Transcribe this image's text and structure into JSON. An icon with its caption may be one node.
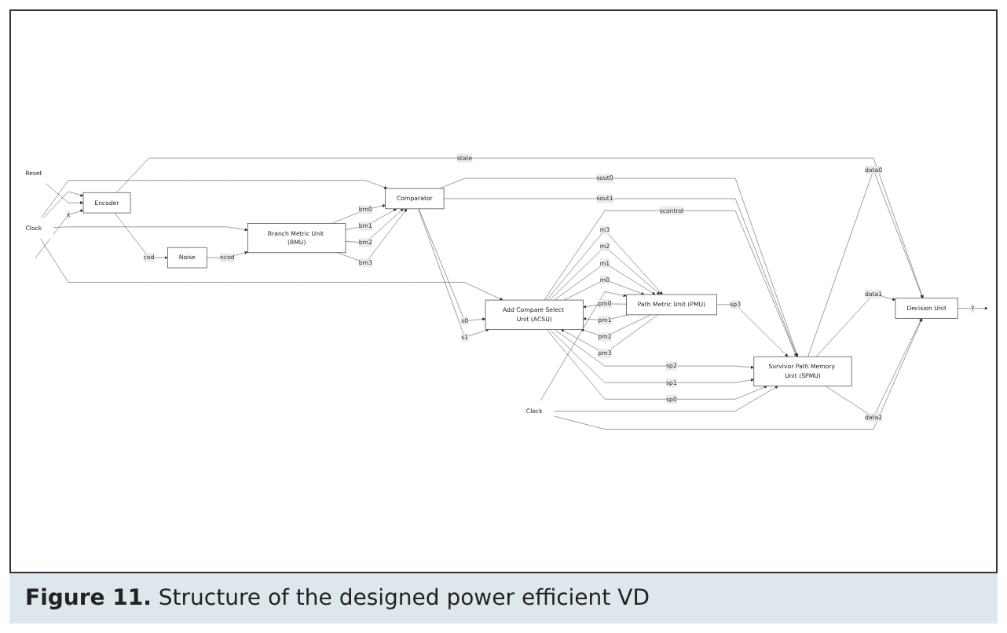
{
  "diagram": {
    "caption": "**Figure 11.** Structure of the designed power efficient VD",
    "nodes": [
      {
        "text": [
          "Clock"
        ]
      },
      {
        "text": [
          "Reset"
        ]
      },
      {
        "text": [
          "Encoder"
        ]
      },
      {
        "text": [
          "Noise"
        ]
      },
      {
        "text": [
          "Branch Metric Unit (BMU)"
        ]
      },
      {
        "text": [
          "Comparator"
        ]
      },
      {
        "text": [
          "Add Compare Select Unit (ACSU)"
        ]
      },
      {
        "text": [
          "Decision Unit"
        ]
      },
      {
        "text": [
          "Survivor Path Memory Unit (SPMU)"
        ]
      },
      {
        "text": [
          "Path Metric Unit (PMU)"
        ]
      },
      {
        "text": [
          "Clock"
        ]
      }
    ],
    "edges": [
      {
        "from": 0,
        "to": 2,
        "arrow": "to"
      },
      {
        "from": 0,
        "to": 4,
        "arrow": "to"
      },
      {
        "from": 0,
        "to": 5,
        "arrow": "to"
      },
      {
        "from": 0,
        "to": 6,
        "arrow": "to"
      },
      {
        "from": 1,
        "to": 2,
        "arrow": "to"
      },
      {
        "from": null,
        "to": 2,
        "arrow": "to",
        "label": "x"
      },
      {
        "from": 2,
        "to": 3,
        "arrow": "to",
        "label": "cod"
      },
      {
        "from": 3,
        "to": 4,
        "arrow": "to",
        "label": "ncod"
      },
      {
        "from": 2,
        "to": 7,
        "arrow": "to",
        "label": "state"
      },
      {
        "from": 4,
        "to": 5,
        "arrow": "to",
        "label": "bm0"
      },
      {
        "from": 4,
        "to": 5,
        "arrow": "to",
        "label": "bm1"
      },
      {
        "from": 4,
        "to": 5,
        "arrow": "to",
        "label": "bm2"
      },
      {
        "from": 4,
        "to": 5,
        "arrow": "to",
        "label": "bm3"
      },
      {
        "from": 5,
        "to": 6,
        "arrow": "to",
        "label": "s0"
      },
      {
        "from": 5,
        "to": 6,
        "arrow": "to",
        "label": "s1"
      },
      {
        "from": 5,
        "to": 8,
        "arrow": "to",
        "label": "sout0"
      },
      {
        "from": 5,
        "to": 8,
        "arrow": "to",
        "label": "sout1"
      },
      {
        "from": 9,
        "to": 6,
        "arrow": "to",
        "label": "pm0"
      },
      {
        "from": 9,
        "to": 6,
        "arrow": "to",
        "label": "pm1"
      },
      {
        "from": 9,
        "to": 6,
        "arrow": "to",
        "label": "pm2"
      },
      {
        "from": 9,
        "to": 6,
        "arrow": "to",
        "label": "pm3"
      },
      {
        "from": 6,
        "to": 9,
        "arrow": "to",
        "label": "m3"
      },
      {
        "from": 6,
        "to": 9,
        "arrow": "to",
        "label": "m2"
      },
      {
        "from": 6,
        "to": 9,
        "arrow": "to",
        "label": "m1"
      },
      {
        "from": 6,
        "to": 9,
        "arrow": "to",
        "label": "m0"
      },
      {
        "from": 6,
        "to": 8,
        "arrow": "to",
        "label": "scontrol"
      },
      {
        "from": 9,
        "to": 8,
        "arrow": "to",
        "label": "sp3"
      },
      {
        "from": 6,
        "to": 8,
        "arrow": "to",
        "label": "sp2"
      },
      {
        "from": 6,
        "to": 8,
        "arrow": "to",
        "label": "sp1"
      },
      {
        "from": 6,
        "to": 8,
        "arrow": "to",
        "label": "sp0"
      },
      {
        "from": 8,
        "to": 7,
        "arrow": "to",
        "label": "data0"
      },
      {
        "from": 8,
        "to": 7,
        "arrow": "to",
        "label": "data1"
      },
      {
        "from": 8,
        "to": 7,
        "arrow": "to",
        "label": "data2"
      },
      {
        "from": 7,
        "to": null,
        "arrow": "to",
        "label": "Y"
      },
      {
        "from": 10,
        "to": 7,
        "arrow": "to"
      },
      {
        "from": 10,
        "to": 8,
        "arrow": "to"
      },
      {
        "from": 10,
        "to": 9,
        "arrow": "to"
      }
    ]
  }
}
